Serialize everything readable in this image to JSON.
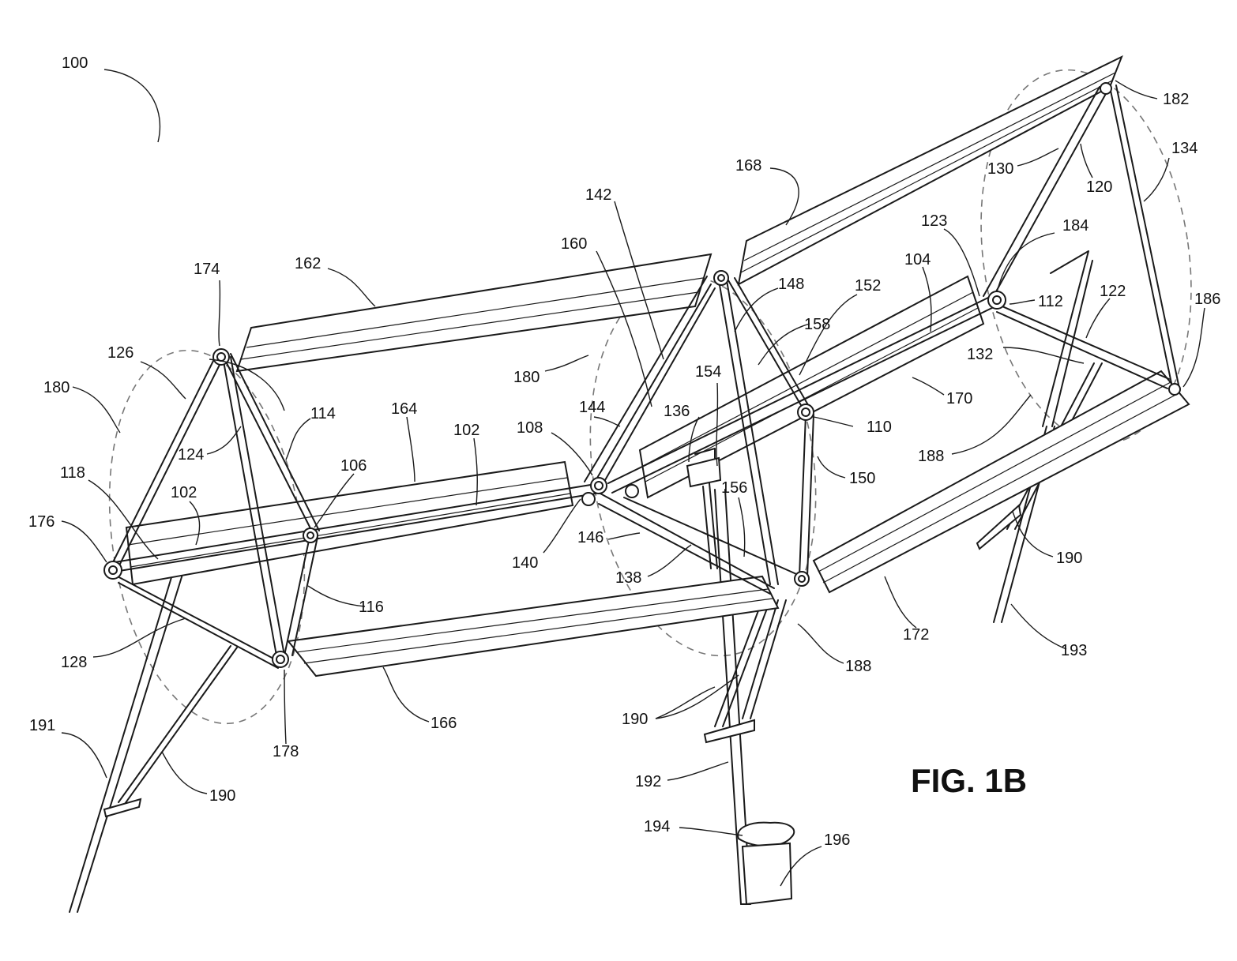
{
  "figure": {
    "title": "FIG. 1B"
  },
  "labels": {
    "l100": "100",
    "l102a": "102",
    "l102b": "102",
    "l104": "104",
    "l106": "106",
    "l108": "108",
    "l110": "110",
    "l112": "112",
    "l114": "114",
    "l116": "116",
    "l118": "118",
    "l120": "120",
    "l122": "122",
    "l123": "123",
    "l124": "124",
    "l126": "126",
    "l128": "128",
    "l130": "130",
    "l132": "132",
    "l134": "134",
    "l136": "136",
    "l138": "138",
    "l140": "140",
    "l142": "142",
    "l144": "144",
    "l146": "146",
    "l148": "148",
    "l150": "150",
    "l152": "152",
    "l154": "154",
    "l156": "156",
    "l158": "158",
    "l160": "160",
    "l162": "162",
    "l164": "164",
    "l166": "166",
    "l168": "168",
    "l170": "170",
    "l172": "172",
    "l174": "174",
    "l176": "176",
    "l178": "178",
    "l180a": "180",
    "l180b": "180",
    "l182": "182",
    "l184": "184",
    "l186": "186",
    "l188a": "188",
    "l188b": "188",
    "l190a": "190",
    "l190b": "190",
    "l190c": "190",
    "l191": "191",
    "l192": "192",
    "l193": "193",
    "l194": "194",
    "l196": "196"
  }
}
